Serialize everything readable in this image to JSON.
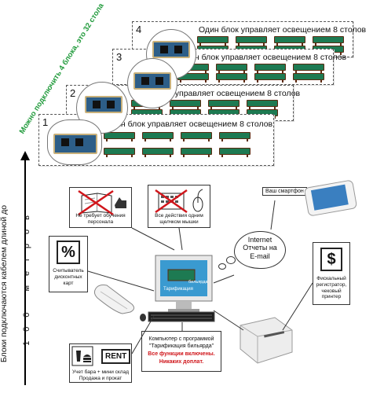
{
  "note": "Можно подключить 4 блока, это 32 стола",
  "panels": [
    {
      "num": "4",
      "caption": "Один блок управляет освещением 8 столов"
    },
    {
      "num": "3",
      "caption": "Один блок управляет освещением 8 столов"
    },
    {
      "num": "2",
      "caption": "Один блок управляет освещением 8 столов"
    },
    {
      "num": "1",
      "caption": "Один блок управляет освещением 8 столов"
    }
  ],
  "axis": {
    "label": "Блоки подключаются кабелем длиной до",
    "ticks": "100 метров"
  },
  "features": {
    "no_training": "Не требует обучения персонала",
    "one_click": "Все действия одним щелчком мышки"
  },
  "phone": {
    "label": "Ваш смартфон"
  },
  "cloud": {
    "line1": "Internet",
    "line2": "Отчеты на",
    "line3": "E-mail"
  },
  "card_reader": {
    "icon": "%",
    "label": "Считыватель дисконтных карт"
  },
  "fiscal": {
    "icon": "$",
    "label": "Фискальный регистратор, чековый принтер"
  },
  "monitor": {
    "screen_text": "Тарификация",
    "screen_sub": "бильярда"
  },
  "bar": {
    "rent": "RENT",
    "label_line1": "Учет бара + мини склад",
    "label_line2": "Продажа и прокат"
  },
  "computer": {
    "line1": "Компьютер с программой",
    "line2": "\"Тарификация бильярда\"",
    "line3": "Все функции включены.",
    "line4": "Никаких доплат."
  },
  "colors": {
    "note_green": "#1f9a3a",
    "table_green": "#1d7a52",
    "warning_red": "#d0161b"
  }
}
